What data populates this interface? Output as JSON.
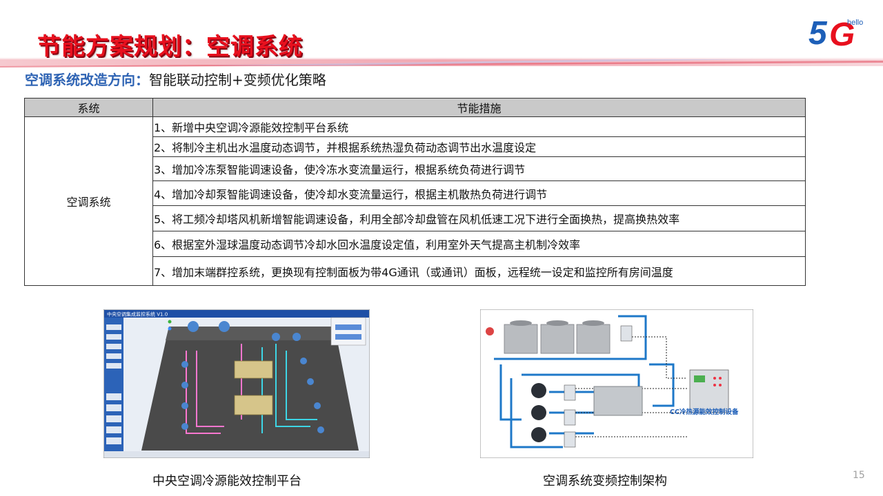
{
  "title": "节能方案规划：空调系统",
  "subtitle": {
    "highlight": "空调系统改造方向：",
    "rest": "智能联动控制+变频优化策略"
  },
  "logo": {
    "text": "5G",
    "small": "hello"
  },
  "table": {
    "headers": [
      "系统",
      "节能措施"
    ],
    "system": "空调系统",
    "measures": [
      "1、新增中央空调冷源能效控制平台系统",
      "2、将制冷主机出水温度动态调节，并根据系统热湿负荷动态调节出水温度设定",
      "3、增加冷冻泵智能调速设备，使冷冻水变流量运行，根据系统负荷进行调节",
      "4、增加冷却泵智能调速设备，使冷却水变流量运行，根据主机散热负荷进行调节",
      "5、将工频冷却塔风机新增智能调速设备，利用全部冷却盘管在风机低速工况下进行全面换热，提高换热效率",
      "6、根据室外湿球温度动态调节冷却水回水温度设定值，利用室外天气提高主机制冷效率",
      "7、增加末端群控系统，更换现有控制面板为带4G通讯（或通讯）面板，远程统一设定和监控所有房间温度"
    ]
  },
  "images": {
    "left": {
      "window_title": "中央空调集成监控系统 V1.0",
      "caption": "中央空调冷源能效控制平台"
    },
    "right": {
      "device_label": "CC冷热源能效控制设备",
      "caption": "空调系统变频控制架构"
    }
  },
  "page_number": "15",
  "colors": {
    "title": "#e8101e",
    "subtitle_highlight": "#2f64b4",
    "header_bg": "#c9c9c9",
    "pipe": "#1e78c8"
  }
}
